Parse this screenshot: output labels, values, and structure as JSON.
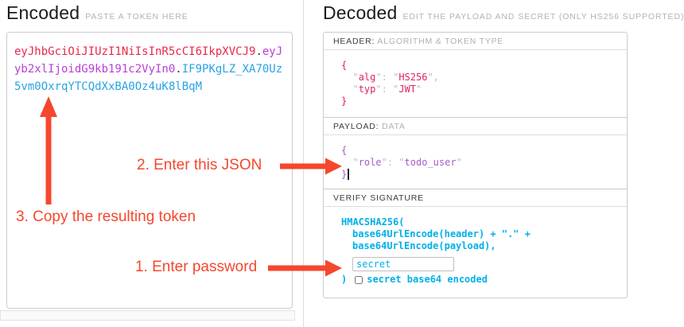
{
  "encoded": {
    "title": "Encoded",
    "subtitle": "PASTE A TOKEN HERE",
    "token": {
      "header_part": "eyJhbGciOiJIUzI1NiIsInR5cCI6IkpXVCJ9",
      "dot1": ".",
      "payload_part": "eyJyb2xlIjoidG9kb191c2VyIn0",
      "dot2": ".",
      "signature_part": "IF9PKgLZ_XA70Uz5vm0OxrqYTCQdXxBA0Oz4uK8lBqM"
    }
  },
  "decoded": {
    "title": "Decoded",
    "subtitle": "EDIT THE PAYLOAD AND SECRET (ONLY HS256 SUPPORTED)",
    "header_section": {
      "label": "HEADER:",
      "sublabel": "ALGORITHM & TOKEN TYPE",
      "json": "{\n  \"alg\": \"HS256\",\n  \"typ\": \"JWT\"\n}"
    },
    "payload_section": {
      "label": "PAYLOAD:",
      "sublabel": "DATA",
      "json": "{\n  \"role\": \"todo_user\"\n}"
    },
    "verify_section": {
      "label": "VERIFY SIGNATURE",
      "code_line1": "HMACSHA256(",
      "code_line2": "base64UrlEncode(header) + \".\" +",
      "code_line3": "base64UrlEncode(payload),",
      "secret_value": "secret",
      "code_close": ")",
      "checkbox_label": "secret base64 encoded"
    }
  },
  "annotations": {
    "step1": "1. Enter password",
    "step2": "2. Enter this JSON",
    "step3": "3. Copy the resulting token"
  },
  "colors": {
    "ann": "#f5472d",
    "tok_header": "#e8284a",
    "tok_payload": "#b93fd6",
    "tok_signature": "#29a3e3",
    "dec_header": "#e0245e",
    "dec_payload": "#a35cc8",
    "dec_signature": "#00b0e8"
  }
}
